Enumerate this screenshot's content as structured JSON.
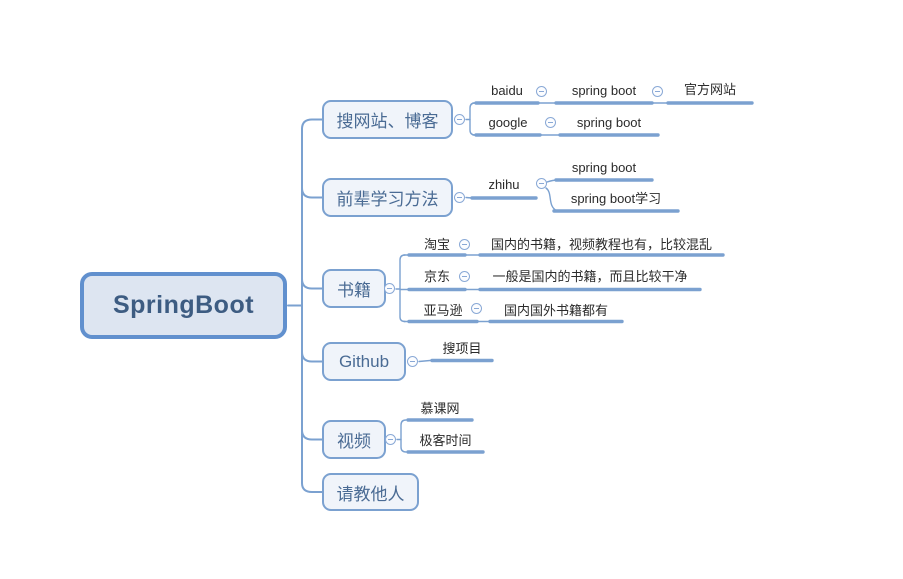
{
  "colors": {
    "line": "#7ba1d0",
    "underline": "#7ba1d0",
    "root_border": "#6190ce",
    "root_fill": "#dde5f1",
    "root_text": "#3d5c82",
    "branch_border": "#7ba1d0",
    "branch_fill": "#f0f4fa",
    "branch_text": "#4a6b94",
    "leaf_text": "#2b2b2b",
    "collapse_icon": "#8aa9d6"
  },
  "icons": {
    "collapse": "minus-in-circle"
  },
  "mindmap": {
    "root": {
      "label": "SpringBoot"
    },
    "branches": [
      {
        "label": "搜网站、博客",
        "children": [
          {
            "label": "baidu",
            "children": [
              {
                "label": "spring boot",
                "children": [
                  {
                    "label": "官方网站"
                  }
                ]
              }
            ]
          },
          {
            "label": "google",
            "children": [
              {
                "label": "spring boot"
              }
            ]
          }
        ]
      },
      {
        "label": "前辈学习方法",
        "children": [
          {
            "label": "zhihu",
            "children": [
              {
                "label": "spring boot"
              },
              {
                "label": "spring boot学习"
              }
            ]
          }
        ]
      },
      {
        "label": "书籍",
        "children": [
          {
            "label": "淘宝",
            "children": [
              {
                "label": "国内的书籍，视频教程也有，比较混乱"
              }
            ]
          },
          {
            "label": "京东",
            "children": [
              {
                "label": "一般是国内的书籍，而且比较干净"
              }
            ]
          },
          {
            "label": "亚马逊",
            "children": [
              {
                "label": "国内国外书籍都有"
              }
            ]
          }
        ]
      },
      {
        "label": "Github",
        "children": [
          {
            "label": "搜项目"
          }
        ]
      },
      {
        "label": "视频",
        "children": [
          {
            "label": "慕课网"
          },
          {
            "label": "极客时间"
          }
        ]
      },
      {
        "label": "请教他人",
        "children": []
      }
    ]
  }
}
